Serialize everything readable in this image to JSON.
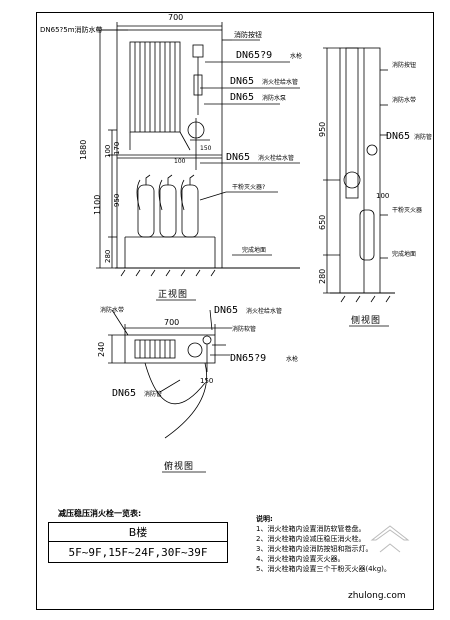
{
  "front_view": {
    "title": "正视图",
    "dim_width": "700",
    "dim_total_height": "1880",
    "dim_1100": "1100",
    "dim_950": "950",
    "dim_280": "280",
    "dim_100": "100",
    "dim_170": "170",
    "dim_150": "150",
    "dim_100b": "100",
    "label_pipe_top": "DN65?5m消防水带",
    "label_hydrant_box": "消防按钮",
    "label_dn65_79": "DN65?9",
    "label_dn65_79_suffix": "水枪",
    "label_dn65_valve": "DN65",
    "label_dn65_valve_suffix": "消火栓给水管",
    "label_dn65_riser": "DN65",
    "label_dn65_riser_suffix": "消防水泵",
    "label_dn65_pipe": "DN65",
    "label_dn65_pipe_suffix": "消火栓给水管",
    "label_extinguisher": "干粉灭火器?",
    "label_floor": "完成地面"
  },
  "side_view": {
    "title": "侧视图",
    "dim_950": "950",
    "dim_650": "650",
    "dim_280": "280",
    "dim_100": "100",
    "label_button": "消防按钮",
    "label_hose": "消防水带",
    "label_dn65": "DN65",
    "label_dn65_suffix": "消防管",
    "label_extinguisher": "干粉灭火器",
    "label_floor": "完成地面"
  },
  "top_view": {
    "title": "俯视图",
    "dim_700": "700",
    "dim_240": "240",
    "dim_150": "150",
    "label_hose": "消防水带",
    "label_dn65_a": "DN65",
    "label_dn65_a_suffix": "消火栓给水管",
    "label_hose_reel": "消防软管",
    "label_dn65_79": "DN65?9",
    "label_dn65_79_suffix": "水枪",
    "label_dn65_b": "DN65",
    "label_dn65_b_suffix": "消防管"
  },
  "spec_table": {
    "title": "减压稳压消火栓一览表:",
    "building": "B楼",
    "floors": "5F~9F,15F~24F,30F~39F"
  },
  "notes": {
    "heading": "说明:",
    "items": [
      "1、消火栓箱内设置消防软管卷盘。",
      "2、消火栓箱内设减压稳压消火栓。",
      "3、消火栓箱内设消防按钮和指示灯。",
      "4、消火栓箱内设置灭火器。",
      "5、消火栓箱内设置三个干粉灭火器(4kg)。"
    ]
  },
  "watermark": {
    "text": "zhulong.com"
  }
}
